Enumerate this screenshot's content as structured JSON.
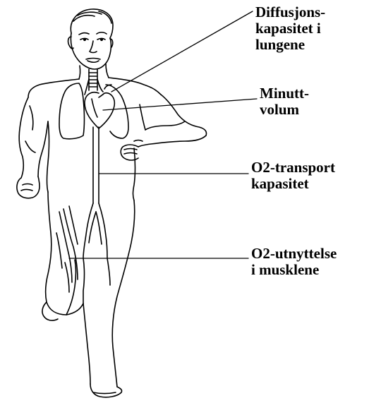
{
  "labels": {
    "diffusion": {
      "line1": "Diffusjons-",
      "line2": "kapasitet i",
      "line3": "lungene"
    },
    "minute_volume": {
      "line1": "Minutt-",
      "line2": "volum"
    },
    "o2_transport": {
      "line1": "O2-transport",
      "line2": "kapasitet"
    },
    "o2_utilization": {
      "line1": "O2-utnyttelse",
      "line2": "i musklene"
    }
  },
  "icons": {
    "figure": "running-man-icon",
    "lungs": "lungs-icon",
    "heart": "heart-icon",
    "trachea": "trachea-icon",
    "blood_vessel": "blood-vessel-icon",
    "muscle": "leg-muscle-icon"
  },
  "colors": {
    "line": "#000000",
    "background": "#ffffff"
  }
}
